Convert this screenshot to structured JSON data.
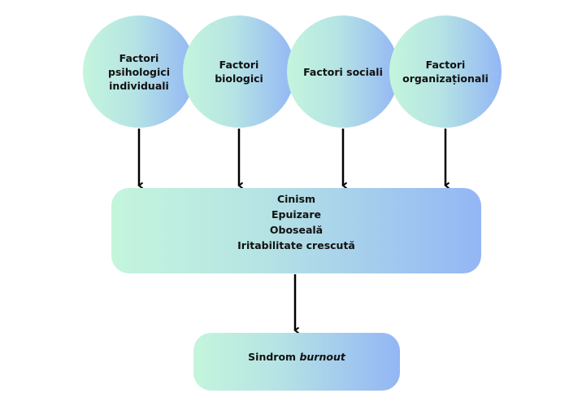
{
  "diagram": {
    "factors": [
      {
        "label": "Factori\npsihologici\nindividuali"
      },
      {
        "label": "Factori\nbiologici"
      },
      {
        "label": "Factori sociali"
      },
      {
        "label": "Factori\norganizaționali"
      }
    ],
    "symptoms": [
      "Cinism",
      "Epuizare",
      "Oboseală",
      "Iritabilitate crescută"
    ],
    "outcome": {
      "prefix": "Sindrom",
      "emphasis": "burnout"
    },
    "colors": {
      "gradient_start": "#c4f5dc",
      "gradient_mid": "#b6e4e4",
      "gradient_end": "#93b6f5",
      "arrow": "#000000"
    }
  }
}
